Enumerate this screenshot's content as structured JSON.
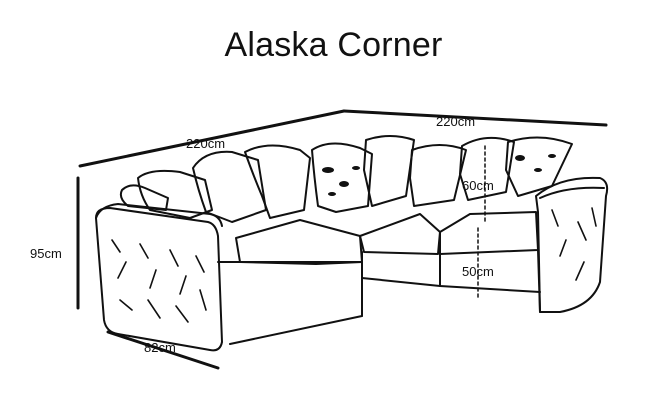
{
  "diagram": {
    "title": "Alaska Corner",
    "dimensions": {
      "back_length_right": "220cm",
      "back_length_left": "220cm",
      "seat_depth": "60cm",
      "seat_height": "50cm",
      "height": "95cm",
      "arm_depth": "82cm"
    }
  },
  "colors": {
    "line": "#111111",
    "background": "#ffffff"
  }
}
